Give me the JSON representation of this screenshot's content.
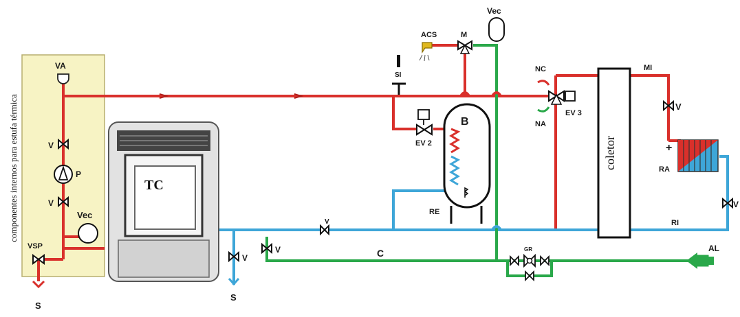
{
  "labels": {
    "side_panel": "componentes internos para estufa térmica",
    "va": "VA",
    "p": "P",
    "v": "V",
    "vec": "Vec",
    "vsp": "VSP",
    "s": "S",
    "tc": "TC",
    "si": "SI",
    "acs": "ACS",
    "m": "M",
    "ev2": "EV 2",
    "b": "B",
    "re": "RE",
    "nc": "NC",
    "na": "NA",
    "ev3": "EV 3",
    "coletor": "coletor",
    "mi": "MI",
    "ra": "RA",
    "ri": "RI",
    "c": "C",
    "gr": "GR",
    "al": "AL",
    "plus": "+"
  },
  "colors": {
    "hot": "#d9302b",
    "cold": "#3ea6d8",
    "supply": "#2aa84a",
    "panel_fill": "#f7f3c4",
    "panel_border": "#b7ae6e",
    "stove": "#d8d8d8"
  }
}
